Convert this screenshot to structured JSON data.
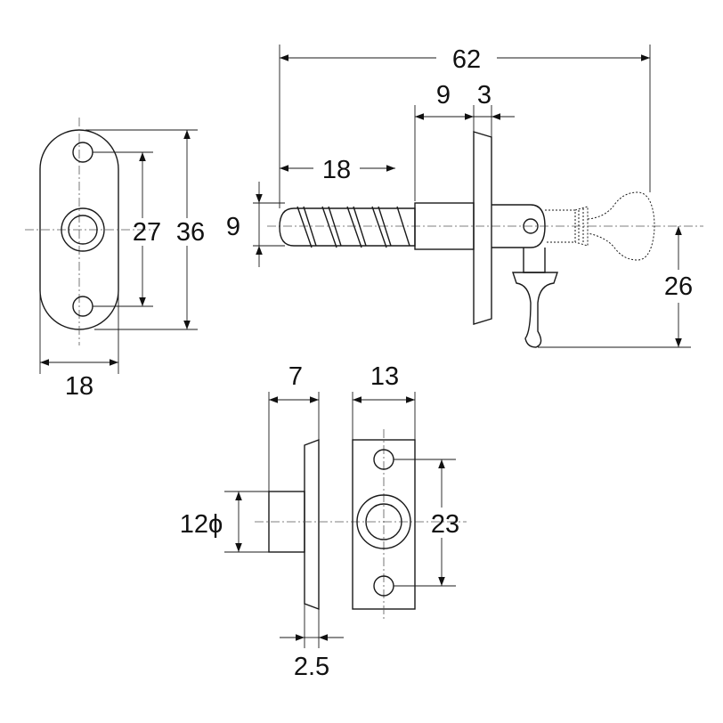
{
  "drawing": {
    "dimensions": {
      "plate_width": "18",
      "plate_hole_pitch": "27",
      "plate_height": "36",
      "overall_length": "62",
      "collar_length": "9",
      "flange_thickness": "3",
      "screw_length": "18",
      "screw_diameter": "9",
      "knob_drop": "26",
      "receiver_depth": "7",
      "receiver_plate_width": "13",
      "receiver_diameter": "12ϕ",
      "receiver_hole_pitch": "23",
      "receiver_flange_thickness": "2.5"
    }
  }
}
